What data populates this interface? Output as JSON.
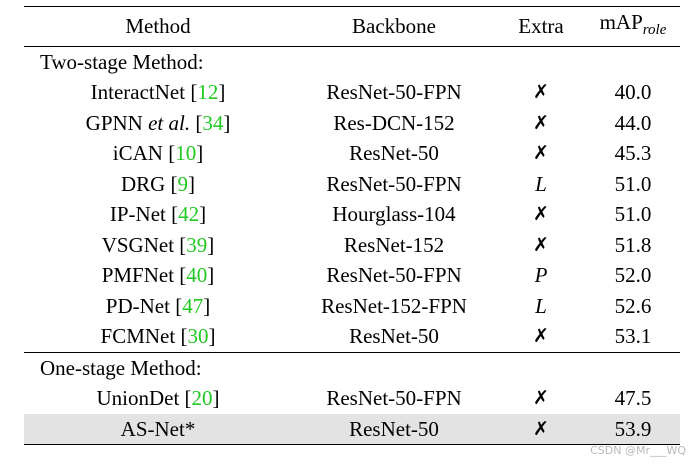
{
  "table": {
    "headers": {
      "method": "Method",
      "backbone": "Backbone",
      "extra": "Extra",
      "map_main": "mAP",
      "map_sub": "role"
    },
    "sections": [
      {
        "title": "Two-stage Method:",
        "rows": [
          {
            "name": "InteractNet ",
            "name_italic": "",
            "cite": "12",
            "backbone": "ResNet-50-FPN",
            "extra": "✗",
            "map": "40.0"
          },
          {
            "name": "GPNN ",
            "name_italic": "et al.",
            "cite": "34",
            "backbone": "Res-DCN-152",
            "extra": "✗",
            "map": "44.0"
          },
          {
            "name": "iCAN ",
            "name_italic": "",
            "cite": "10",
            "backbone": "ResNet-50",
            "extra": "✗",
            "map": "45.3"
          },
          {
            "name": "DRG ",
            "name_italic": "",
            "cite": "9",
            "backbone": "ResNet-50-FPN",
            "extra": "L",
            "map": "51.0"
          },
          {
            "name": "IP-Net ",
            "name_italic": "",
            "cite": "42",
            "backbone": "Hourglass-104",
            "extra": "✗",
            "map": "51.0"
          },
          {
            "name": "VSGNet ",
            "name_italic": "",
            "cite": "39",
            "backbone": "ResNet-152",
            "extra": "✗",
            "map": "51.8"
          },
          {
            "name": "PMFNet ",
            "name_italic": "",
            "cite": "40",
            "backbone": "ResNet-50-FPN",
            "extra": "P",
            "map": "52.0"
          },
          {
            "name": "PD-Net ",
            "name_italic": "",
            "cite": "47",
            "backbone": "ResNet-152-FPN",
            "extra": "L",
            "map": "52.6"
          },
          {
            "name": "FCMNet ",
            "name_italic": "",
            "cite": "30",
            "backbone": "ResNet-50",
            "extra": "✗",
            "map": "53.1"
          }
        ]
      },
      {
        "title": "One-stage Method:",
        "rows": [
          {
            "name": "UnionDet ",
            "name_italic": "",
            "cite": "20",
            "backbone": "ResNet-50-FPN",
            "extra": "✗",
            "map": "47.5"
          },
          {
            "name": "AS-Net*",
            "name_italic": "",
            "cite": "",
            "backbone": "ResNet-50",
            "extra": "✗",
            "map": "53.9",
            "highlight": true,
            "bold_map": true
          }
        ]
      }
    ]
  },
  "watermark": "CSDN @Mr___WQ",
  "colors": {
    "citation": "#22c922",
    "highlight_row": "#e3e3e3"
  }
}
